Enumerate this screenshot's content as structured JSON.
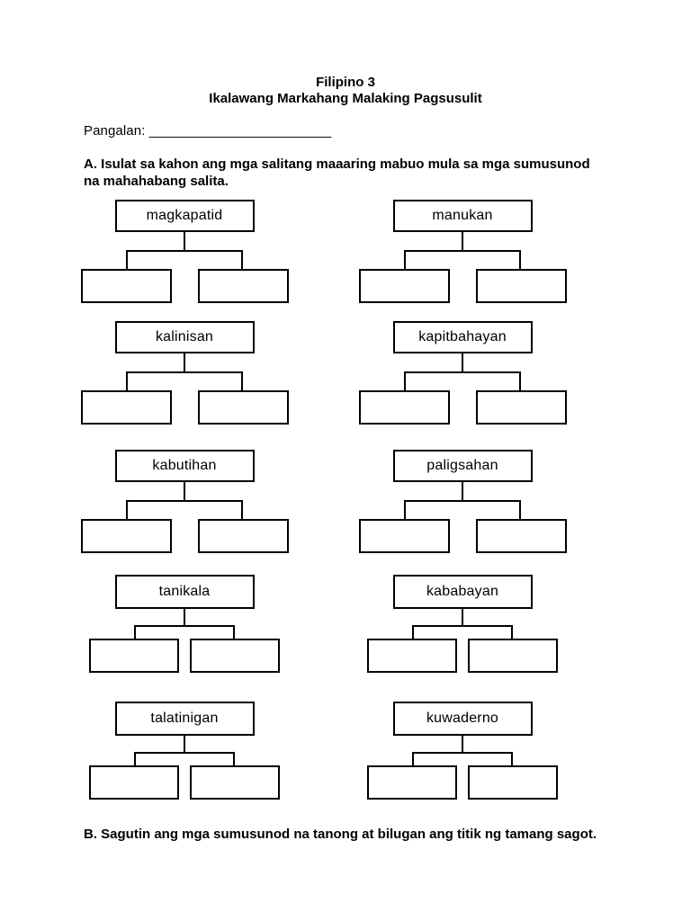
{
  "header": {
    "title_line1": "Filipino 3",
    "title_line2": "Ikalawang Markahang Malaking Pagsusulit"
  },
  "name_field": {
    "label": "Pangalan:",
    "blank": "________________________"
  },
  "section_a": {
    "instruction": "A. Isulat sa kahon ang mga salitang maaaring mabuo mula sa mga sumusunod na mahahabang salita."
  },
  "section_b": {
    "instruction": "B. Sagutin ang mga sumusunod na tanong at bilugan ang titik ng tamang sagot."
  },
  "word_trees": {
    "answer_boxes_per_word": 2,
    "rows": [
      {
        "left": "magkapatid",
        "right": "manukan"
      },
      {
        "left": "kalinisan",
        "right": "kapitbahayan"
      },
      {
        "left": "kabutihan",
        "right": "paligsahan"
      },
      {
        "left": "tanikala",
        "right": "kababayan"
      },
      {
        "left": "talatinigan",
        "right": "kuwaderno"
      }
    ]
  },
  "colors": {
    "ink": "#000000",
    "page_background": "#ffffff"
  }
}
